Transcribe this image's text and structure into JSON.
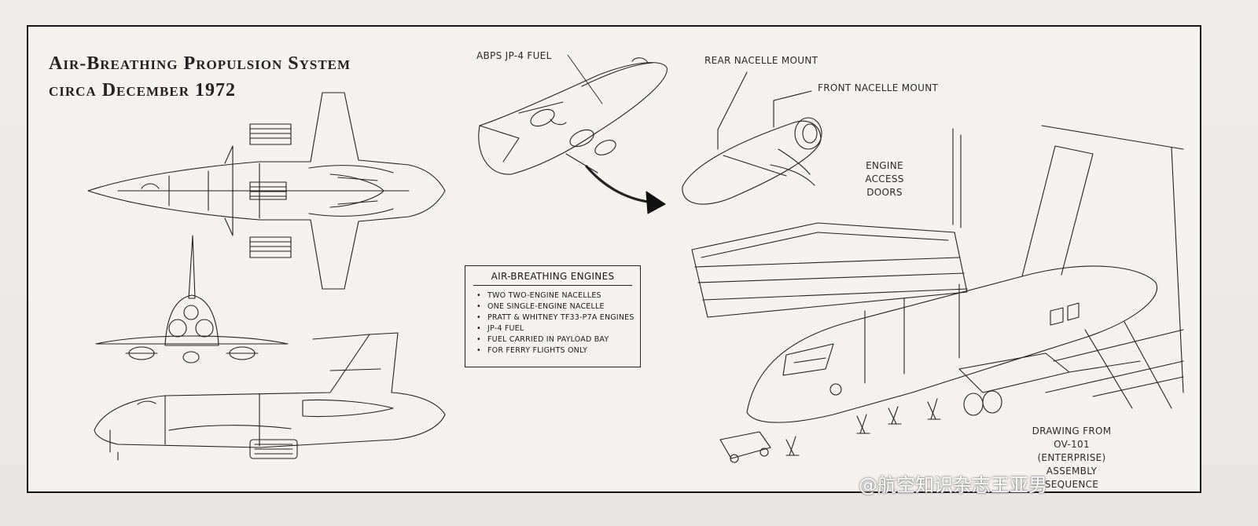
{
  "diagram": {
    "title": {
      "line1": "Air-Breathing Propulsion System",
      "line2": "circa December 1972"
    },
    "labels": {
      "abps_fuel": "ABPS JP-4 FUEL",
      "rear_mount": "REAR NACELLE MOUNT",
      "front_mount": "FRONT NACELLE MOUNT",
      "access_doors": [
        "ENGINE",
        "ACCESS",
        "DOORS"
      ],
      "drawing_from": [
        "DRAWING FROM",
        "OV-101 (ENTERPRISE)",
        "ASSEMBLY SEQUENCE"
      ]
    },
    "engines_box": {
      "heading": "AIR-BREATHING ENGINES",
      "items": [
        "TWO TWO-ENGINE NACELLES",
        "ONE SINGLE-ENGINE NACELLE",
        "PRATT & WHITNEY TF33-P7A ENGINES",
        "JP-4 FUEL",
        "FUEL CARRIED IN PAYLOAD BAY",
        "FOR FERRY FLIGHTS ONLY"
      ]
    },
    "watermark": "@航空知识杂志王亚男"
  }
}
